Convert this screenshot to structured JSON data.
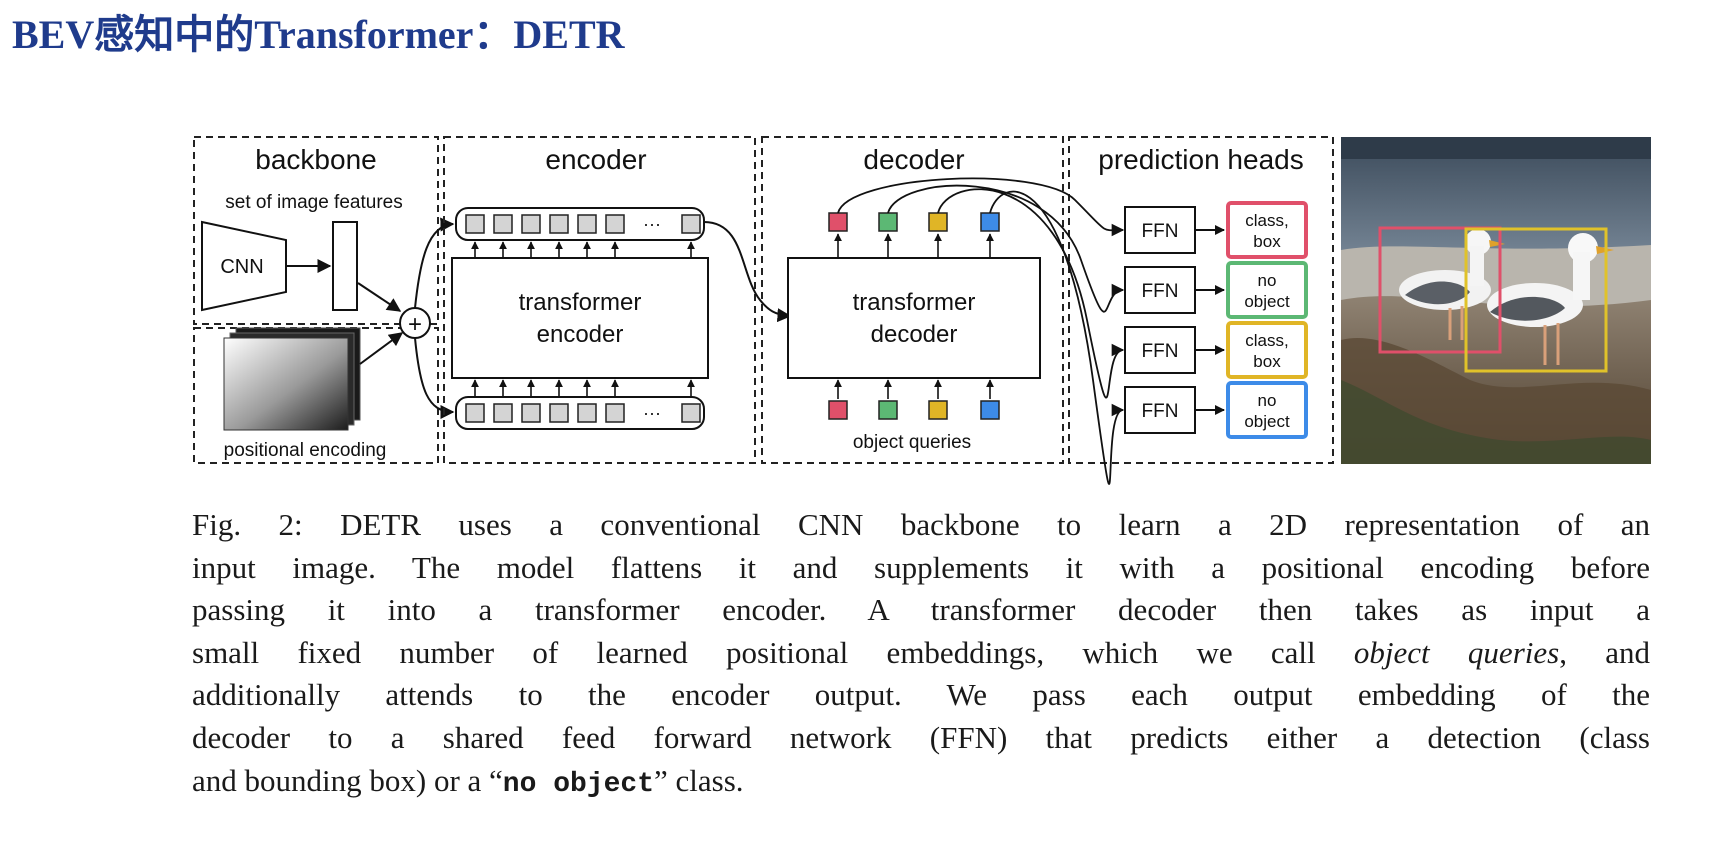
{
  "title": "BEV感知中的Transformer：DETR",
  "diagram": {
    "sections": {
      "backbone": "backbone",
      "encoder": "encoder",
      "decoder": "decoder",
      "prediction_heads": "prediction heads"
    },
    "labels": {
      "image_features": "set of image features",
      "cnn": "CNN",
      "positional_encoding": "positional encoding",
      "plus": "+",
      "ellipsis": "···",
      "transformer_encoder_line1": "transformer",
      "transformer_encoder_line2": "encoder",
      "transformer_decoder_line1": "transformer",
      "transformer_decoder_line2": "decoder",
      "object_queries": "object queries",
      "ffn": "FFN"
    },
    "query_colors": [
      "#e0506a",
      "#5cb874",
      "#e0b526",
      "#3d8be8"
    ],
    "outputs": [
      {
        "line1": "class,",
        "line2": "box",
        "color": "#e0506a"
      },
      {
        "line1": "no",
        "line2": "object",
        "color": "#5cb874"
      },
      {
        "line1": "class,",
        "line2": "box",
        "color": "#e0b526"
      },
      {
        "line1": "no",
        "line2": "object",
        "color": "#3d8be8"
      }
    ],
    "photo": {
      "subject": "two seagulls standing on rocks by the sea",
      "box_colors": [
        "#e0506a",
        "#e0c22a"
      ]
    }
  },
  "caption": {
    "line1": "Fig. 2: DETR uses a conventional CNN backbone to learn a 2D representation of an",
    "line2": "input image. The model flattens it and supplements it with a positional encoding before",
    "line3": "passing it into a transformer encoder. A transformer decoder then takes as input a",
    "line4_pre": "small fixed number of learned positional embeddings, which we call ",
    "line4_em": "object queries",
    "line4_post": ", and",
    "line5": "additionally attends to the encoder output. We pass each output embedding of the",
    "line6": "decoder to a shared feed forward network (FFN) that predicts either a detection (class",
    "line7_pre": "and bounding box) or a “",
    "line7_code": "no object",
    "line7_post": "” class."
  }
}
